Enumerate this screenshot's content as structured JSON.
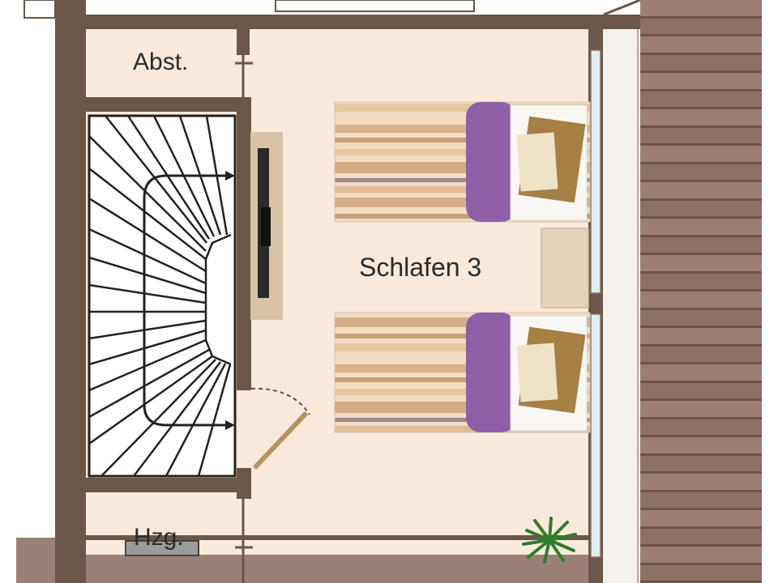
{
  "rooms": {
    "abstellraum": {
      "label": "Abst."
    },
    "bedroom": {
      "label": "Schlafen 3"
    },
    "heating": {
      "label": "Hzg."
    }
  },
  "colors": {
    "wall": "#6b5647",
    "floor": "#fbeadc",
    "outside": "#ffffff",
    "bed_pillow": "#8e5fa6",
    "bed_stripe": "#d9b48c",
    "cushion": "#a67f45",
    "deck": "#8a6d60",
    "window": "#dfeef3"
  },
  "icons": {
    "stairs": "staircase-icon",
    "door": "door-swing-icon",
    "tv": "tv-icon",
    "plant": "plant-icon"
  }
}
